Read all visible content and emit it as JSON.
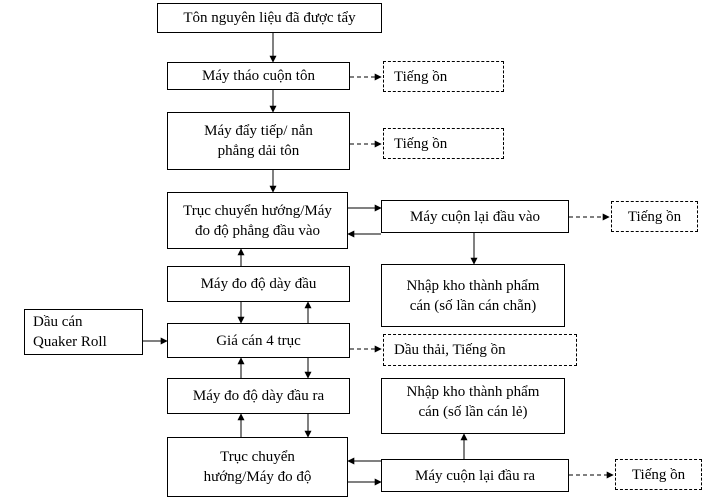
{
  "nodes": {
    "raw": "Tôn nguyên liệu đã được tẩy",
    "uncoiler": "Máy tháo cuộn tôn",
    "feeder": "Máy đẩy tiếp/ nắn\nphẳng dải tôn",
    "steer_in": "Trục chuyển hướng/Máy\nđo độ phẳng đầu vào",
    "gauge_in": "Máy đo độ dày đầu",
    "stand": "Giá cán 4 trục",
    "gauge_out": "Máy đo độ dày đầu ra",
    "steer_out": "Trục chuyển\nhướng/Máy đo độ",
    "oil": "Dầu cán\nQuaker Roll",
    "recoiler_in": "Máy cuộn lại đầu vào",
    "store_even": "Nhập kho thành phẩm\ncán (số lần cán chẵn)",
    "store_odd": "Nhập kho thành phẩm\ncán (số lần cán lẻ)",
    "recoiler_out": "Máy cuộn lại đầu ra"
  },
  "emissions": {
    "noise1": "Tiếng ồn",
    "noise2": "Tiếng ồn",
    "noise3": "Tiếng ồn",
    "oil_noise": "Dầu thải, Tiếng ồn",
    "noise4": "Tiếng ồn"
  }
}
